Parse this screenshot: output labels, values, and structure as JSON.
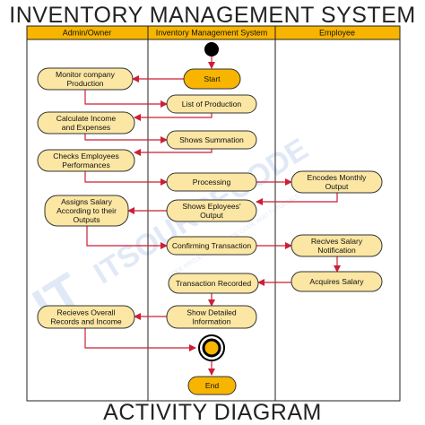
{
  "title": "INVENTORY MANAGEMENT SYSTEM",
  "footer": "ACTIVITY DIAGRAM",
  "watermark": {
    "main": "ITSOURCECODE",
    "sub": "FREE PROJECTS, SOURCE CODE AND TUTORIALS"
  },
  "lanes": [
    "Admin/Owner",
    "Inventory Management System",
    "Employee"
  ],
  "nodes": {
    "start": "Start",
    "monitor": [
      "Monitor company",
      "Production"
    ],
    "list": [
      "List of Production"
    ],
    "calc": [
      "Calculate Income",
      "and Expenses"
    ],
    "summation": [
      "Shows Summation"
    ],
    "checks": [
      "Checks Employees",
      "Performances"
    ],
    "processing": [
      "Processing"
    ],
    "encodes": [
      "Encodes Monthly",
      "Output"
    ],
    "assigns": [
      "Assigns Salary",
      "According to their",
      "Outputs"
    ],
    "shows_output": [
      "Shows Eployees'",
      "Output"
    ],
    "confirming": [
      "Confirming Transaction"
    ],
    "receives": [
      "Recives Salary",
      "Notification"
    ],
    "recorded": [
      "Transaction Recorded"
    ],
    "acquires": [
      "Acquires Salary"
    ],
    "detailed": [
      "Show Detailed",
      "Information"
    ],
    "overall": [
      "Recieves Overall",
      "Records and Income"
    ],
    "end": "End"
  },
  "colors": {
    "header": "#f7b500",
    "node": "#fbe6a3",
    "start_fill": "#f7b500",
    "arrow": "#cc1f35",
    "stroke": "#333333"
  }
}
